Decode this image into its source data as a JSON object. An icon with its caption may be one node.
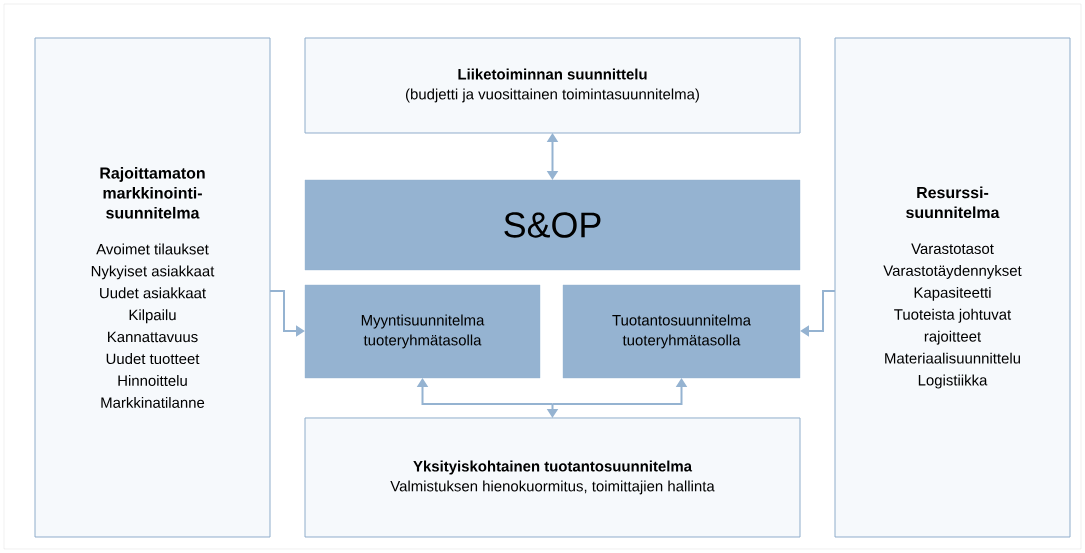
{
  "diagram": {
    "nodes": [
      {
        "text": [
          "Rajoittamaton markkinointi- suunnitelma",
          "Avoimet tilaukset",
          "Nykyiset asiakkaat",
          "Uudet asiakkaat",
          "Kilpailu",
          "Kannattavuus",
          "Uudet tuotteet",
          "Hinnoittelu",
          "Markkinatilanne"
        ]
      },
      {
        "text": [
          "Liiketoiminnan suunnittelu",
          "(budjetti ja vuosittainen toimintasuunnitelma)"
        ]
      },
      {
        "text": [
          "S&OP"
        ]
      },
      {
        "text": [
          "Myyntisuunnitelma tuoteryhmätasolla"
        ]
      },
      {
        "text": [
          "Tuotantosuunnitelma tuoteryhmätasolla"
        ]
      },
      {
        "text": [
          "Resurssi- suunnitelma",
          "Varastotasot",
          "Varastotäydennykset",
          "Kapasiteetti",
          "Tuoteista johtuvat rajoitteet",
          "Materiaalisuunnittelu",
          "Logistiikka"
        ]
      },
      {
        "text": [
          "Yksityiskohtainen tuotantosuunnitelma",
          "Valmistuksen hienokuormitus, toimittajien hallinta"
        ]
      }
    ],
    "edges": [
      {
        "from": 1,
        "to": 2,
        "arrow": "both"
      },
      {
        "from": 0,
        "to": 3,
        "arrow": "to"
      },
      {
        "from": 5,
        "to": 4,
        "arrow": "to"
      },
      {
        "from": 6,
        "to": 3,
        "arrow": "both"
      },
      {
        "from": 6,
        "to": 4,
        "arrow": "both"
      }
    ]
  }
}
